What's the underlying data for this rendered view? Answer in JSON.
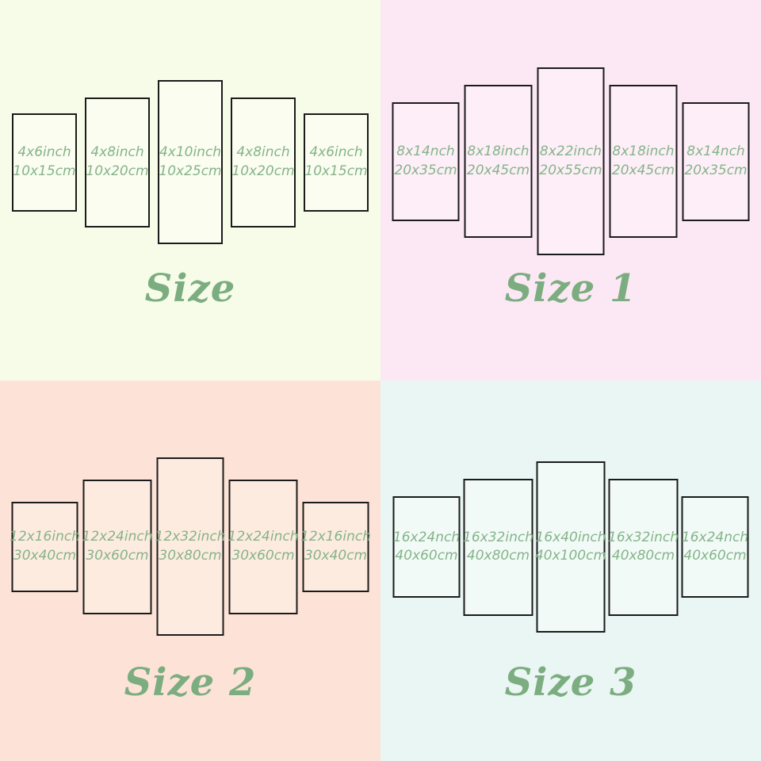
{
  "description": "5-panel canvas wall art size chart with four size options",
  "colors": {
    "label_text": "#85b489",
    "title_text": "#7cad80",
    "panel_border": "#1b1b1b",
    "quadrant_backgrounds": [
      "#f6fce8",
      "#fce8f5",
      "#fde3d7",
      "#e9f6f3"
    ],
    "panel_fills": [
      "#fafdf0",
      "#fdeef8",
      "#fdebdf",
      "#f1faf7"
    ]
  },
  "quadrants": [
    {
      "title": "Size",
      "panels": [
        {
          "inches": "4x6inch",
          "cm": "10x15cm"
        },
        {
          "inches": "4x8inch",
          "cm": "10x20cm"
        },
        {
          "inches": "4x10inch",
          "cm": "10x25cm"
        },
        {
          "inches": "4x8inch",
          "cm": "10x20cm"
        },
        {
          "inches": "4x6inch",
          "cm": "10x15cm"
        }
      ]
    },
    {
      "title": "Size 1",
      "panels": [
        {
          "inches": "8x14nch",
          "cm": "20x35cm"
        },
        {
          "inches": "8x18inch",
          "cm": "20x45cm"
        },
        {
          "inches": "8x22inch",
          "cm": "20x55cm"
        },
        {
          "inches": "8x18inch",
          "cm": "20x45cm"
        },
        {
          "inches": "8x14nch",
          "cm": "20x35cm"
        }
      ]
    },
    {
      "title": "Size 2",
      "panels": [
        {
          "inches": "12x16inch",
          "cm": "30x40cm"
        },
        {
          "inches": "12x24inch",
          "cm": "30x60cm"
        },
        {
          "inches": "12x32inch",
          "cm": "30x80cm"
        },
        {
          "inches": "12x24inch",
          "cm": "30x60cm"
        },
        {
          "inches": "12x16inch",
          "cm": "30x40cm"
        }
      ]
    },
    {
      "title": "Size 3",
      "panels": [
        {
          "inches": "16x24nch",
          "cm": "40x60cm"
        },
        {
          "inches": "16x32inch",
          "cm": "40x80cm"
        },
        {
          "inches": "16x40inch",
          "cm": "40x100cm"
        },
        {
          "inches": "16x32inch",
          "cm": "40x80cm"
        },
        {
          "inches": "16x24nch",
          "cm": "40x60cm"
        }
      ]
    }
  ]
}
